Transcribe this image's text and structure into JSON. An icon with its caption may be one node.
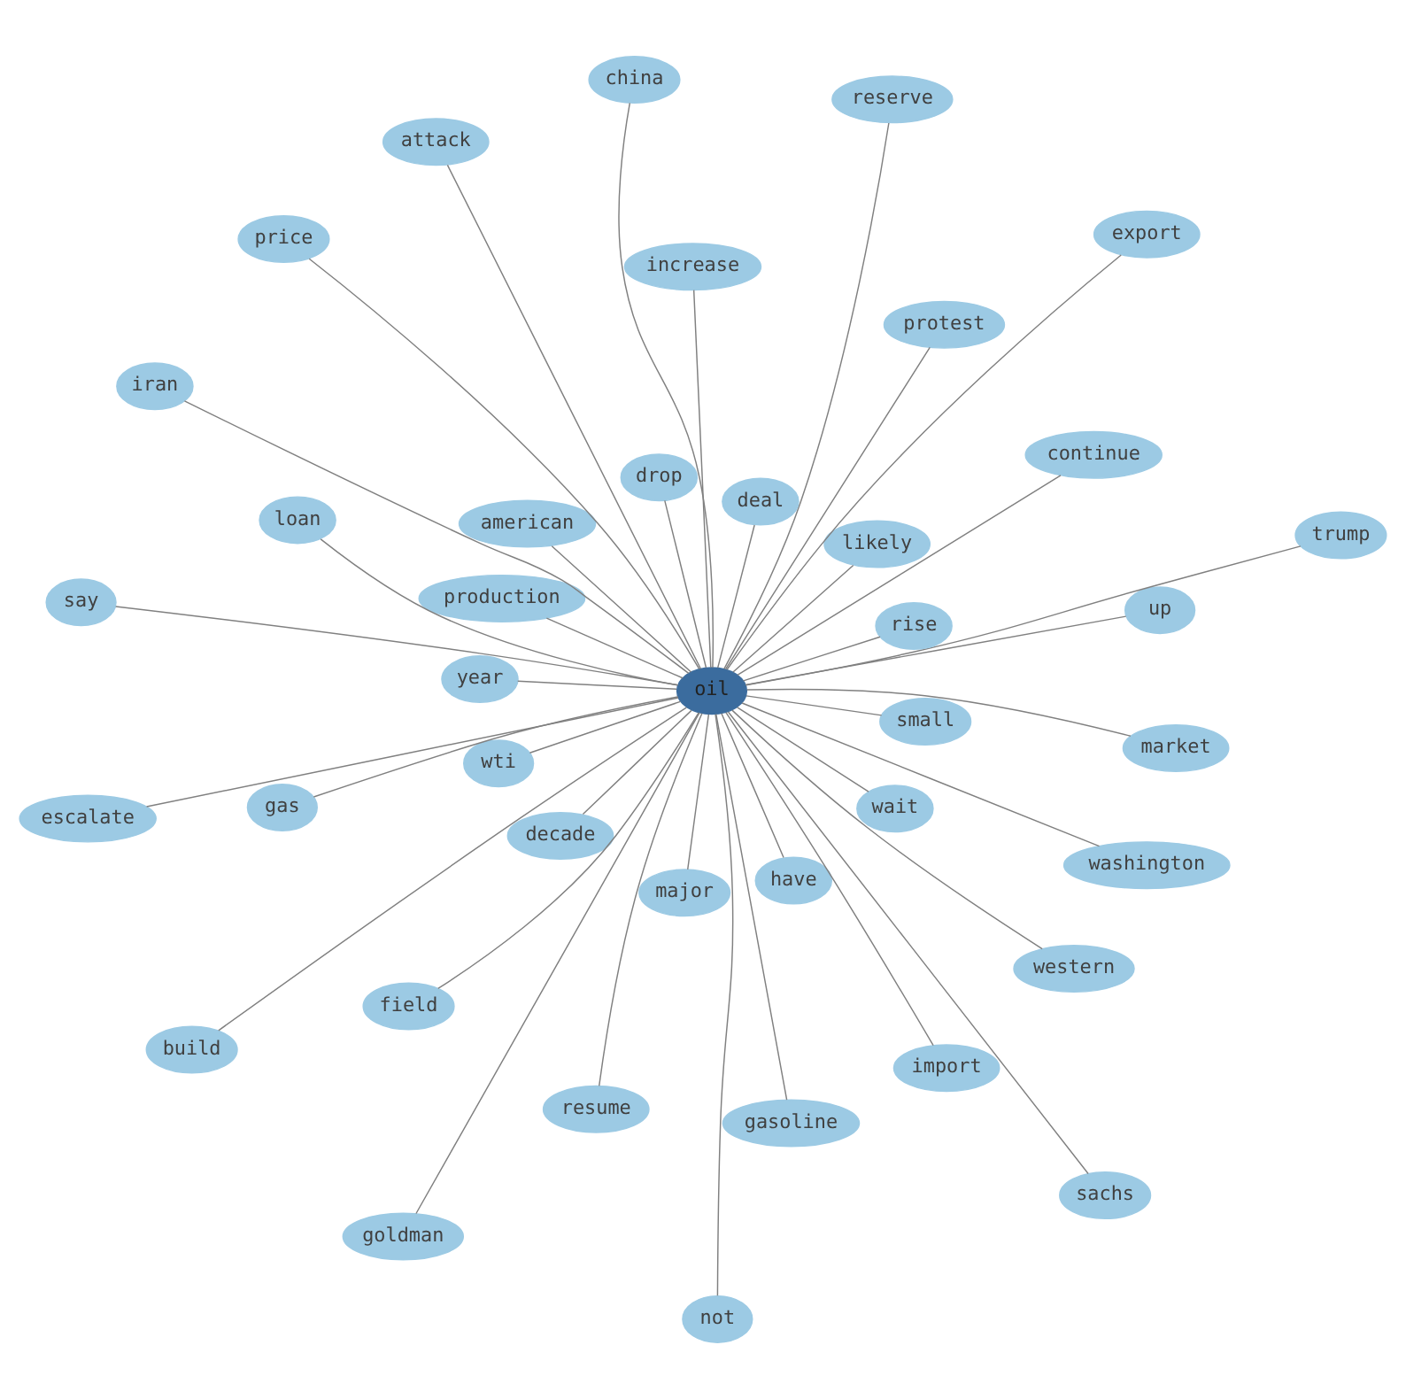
{
  "diagram": {
    "nodes": [
      {
        "text": [
          "year"
        ]
      },
      {
        "text": [
          "up"
        ]
      },
      {
        "text": [
          "sachs"
        ]
      },
      {
        "text": [
          "american"
        ]
      },
      {
        "text": [
          "market"
        ]
      },
      {
        "text": [
          "say"
        ]
      },
      {
        "text": [
          "wti"
        ]
      },
      {
        "text": [
          "western"
        ]
      },
      {
        "text": [
          "not"
        ]
      },
      {
        "text": [
          "wait"
        ]
      },
      {
        "text": [
          "resume"
        ]
      },
      {
        "text": [
          "escalate"
        ]
      },
      {
        "text": [
          "small"
        ]
      },
      {
        "text": [
          "continue"
        ]
      },
      {
        "text": [
          "reserve"
        ]
      },
      {
        "text": [
          "have"
        ]
      },
      {
        "text": [
          "gasoline"
        ]
      },
      {
        "text": [
          "price"
        ]
      },
      {
        "text": [
          "production"
        ]
      },
      {
        "text": [
          "oil"
        ]
      },
      {
        "text": [
          "gas"
        ]
      },
      {
        "text": [
          "goldman"
        ]
      },
      {
        "text": [
          "deal"
        ]
      },
      {
        "text": [
          "increase"
        ]
      },
      {
        "text": [
          "china"
        ]
      },
      {
        "text": [
          "major"
        ]
      },
      {
        "text": [
          "protest"
        ]
      },
      {
        "text": [
          "iran"
        ]
      },
      {
        "text": [
          "decade"
        ]
      },
      {
        "text": [
          "washington"
        ]
      },
      {
        "text": [
          "trump"
        ]
      },
      {
        "text": [
          "rise"
        ]
      },
      {
        "text": [
          "field"
        ]
      },
      {
        "text": [
          "attack"
        ]
      },
      {
        "text": [
          "likely"
        ]
      },
      {
        "text": [
          "import"
        ]
      },
      {
        "text": [
          "export"
        ]
      },
      {
        "text": [
          "drop"
        ]
      },
      {
        "text": [
          "loan"
        ]
      },
      {
        "text": [
          "build"
        ]
      }
    ],
    "edges": [
      {
        "from": 19,
        "to": 0,
        "arrow": "none"
      },
      {
        "from": 19,
        "to": 1,
        "arrow": "none"
      },
      {
        "from": 19,
        "to": 2,
        "arrow": "none"
      },
      {
        "from": 19,
        "to": 3,
        "arrow": "none"
      },
      {
        "from": 19,
        "to": 4,
        "arrow": "none"
      },
      {
        "from": 19,
        "to": 5,
        "arrow": "none"
      },
      {
        "from": 19,
        "to": 6,
        "arrow": "none"
      },
      {
        "from": 19,
        "to": 7,
        "arrow": "none"
      },
      {
        "from": 19,
        "to": 8,
        "arrow": "none"
      },
      {
        "from": 19,
        "to": 9,
        "arrow": "none"
      },
      {
        "from": 19,
        "to": 10,
        "arrow": "none"
      },
      {
        "from": 19,
        "to": 11,
        "arrow": "none"
      },
      {
        "from": 19,
        "to": 12,
        "arrow": "none"
      },
      {
        "from": 19,
        "to": 13,
        "arrow": "none"
      },
      {
        "from": 19,
        "to": 14,
        "arrow": "none"
      },
      {
        "from": 19,
        "to": 15,
        "arrow": "none"
      },
      {
        "from": 19,
        "to": 16,
        "arrow": "none"
      },
      {
        "from": 19,
        "to": 17,
        "arrow": "none"
      },
      {
        "from": 19,
        "to": 18,
        "arrow": "none"
      },
      {
        "from": 19,
        "to": 20,
        "arrow": "none"
      },
      {
        "from": 19,
        "to": 21,
        "arrow": "none"
      },
      {
        "from": 19,
        "to": 22,
        "arrow": "none"
      },
      {
        "from": 19,
        "to": 23,
        "arrow": "none"
      },
      {
        "from": 19,
        "to": 24,
        "arrow": "none"
      },
      {
        "from": 19,
        "to": 25,
        "arrow": "none"
      },
      {
        "from": 19,
        "to": 26,
        "arrow": "none"
      },
      {
        "from": 19,
        "to": 27,
        "arrow": "none"
      },
      {
        "from": 19,
        "to": 28,
        "arrow": "none"
      },
      {
        "from": 19,
        "to": 29,
        "arrow": "none"
      },
      {
        "from": 19,
        "to": 30,
        "arrow": "none"
      },
      {
        "from": 19,
        "to": 31,
        "arrow": "none"
      },
      {
        "from": 19,
        "to": 32,
        "arrow": "none"
      },
      {
        "from": 19,
        "to": 33,
        "arrow": "none"
      },
      {
        "from": 19,
        "to": 34,
        "arrow": "none"
      },
      {
        "from": 19,
        "to": 35,
        "arrow": "none"
      },
      {
        "from": 19,
        "to": 36,
        "arrow": "none"
      },
      {
        "from": 19,
        "to": 37,
        "arrow": "none"
      },
      {
        "from": 19,
        "to": 38,
        "arrow": "none"
      },
      {
        "from": 19,
        "to": 39,
        "arrow": "none"
      }
    ]
  }
}
